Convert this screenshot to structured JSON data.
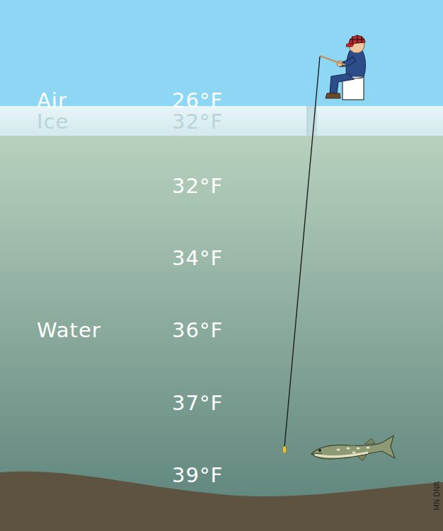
{
  "diagram": {
    "nodes": [
      {
        "text": [
          "Air",
          "26°F"
        ]
      },
      {
        "text": [
          "Ice",
          "32°F"
        ]
      },
      {
        "text": [
          "32°F",
          "34°F",
          "Water",
          "36°F",
          "37°F",
          "39°F"
        ]
      }
    ],
    "labels": [
      "MN DNR"
    ]
  }
}
